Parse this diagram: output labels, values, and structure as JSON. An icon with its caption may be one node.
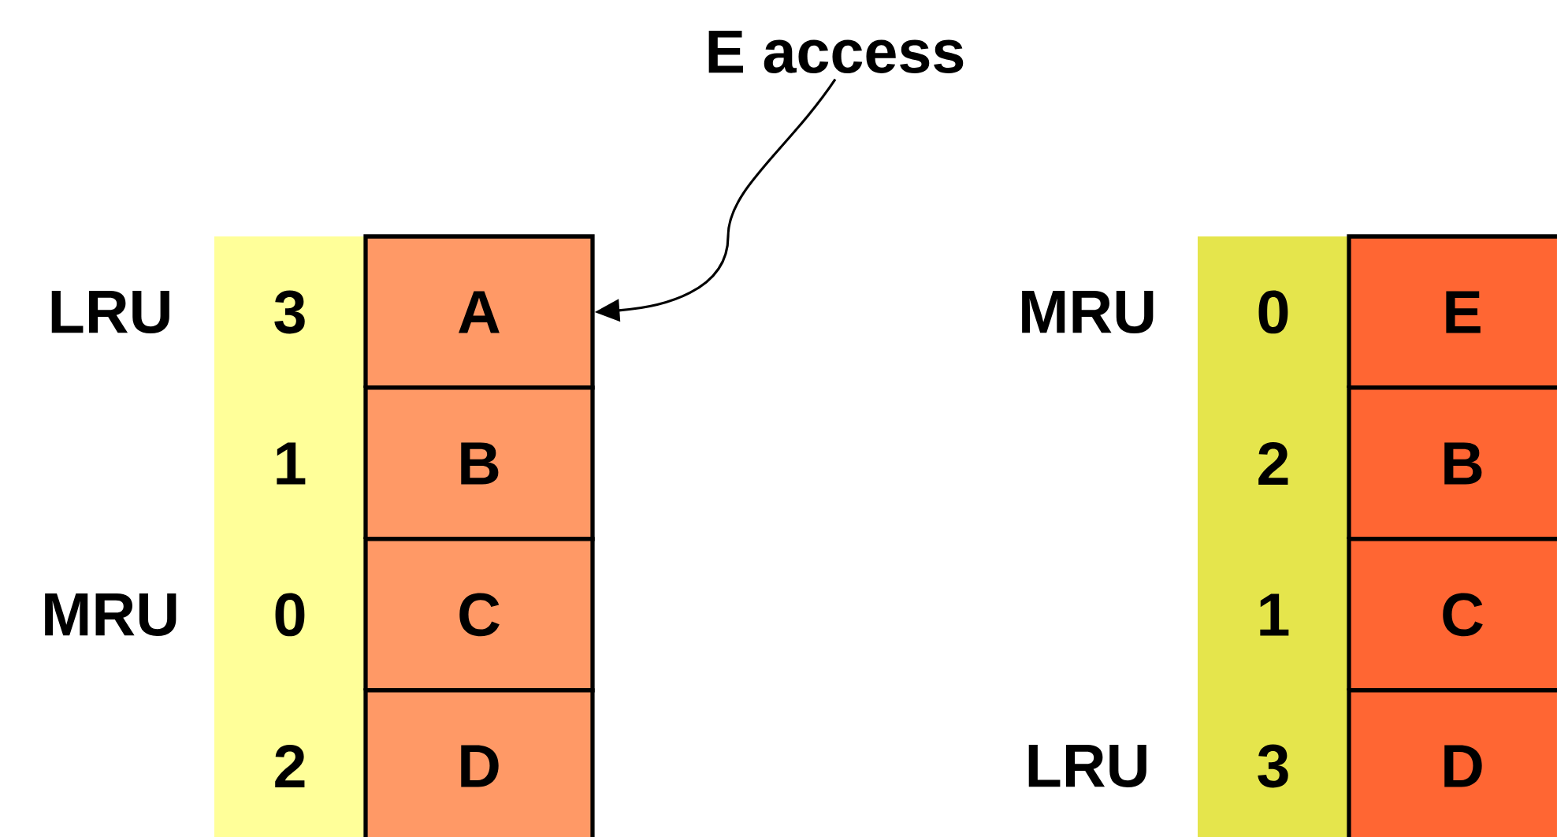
{
  "diagram": {
    "nodes": [
      {
        "text": [
          "E access"
        ]
      },
      {
        "text": [
          "3"
        ],
        "beside": [
          "LRU"
        ]
      },
      {
        "text": [
          "A"
        ]
      },
      {
        "text": [
          "1"
        ]
      },
      {
        "text": [
          "B"
        ]
      },
      {
        "text": [
          "0"
        ],
        "beside": [
          "MRU"
        ]
      },
      {
        "text": [
          "C"
        ]
      },
      {
        "text": [
          "2"
        ]
      },
      {
        "text": [
          "D"
        ]
      },
      {
        "text": [
          "0"
        ],
        "beside": [
          "MRU"
        ]
      },
      {
        "text": [
          "E"
        ]
      },
      {
        "text": [
          "2"
        ]
      },
      {
        "text": [
          "B"
        ]
      },
      {
        "text": [
          "1"
        ]
      },
      {
        "text": [
          "C"
        ]
      },
      {
        "text": [
          "3"
        ],
        "beside": [
          "LRU"
        ]
      },
      {
        "text": [
          "D"
        ]
      }
    ],
    "edges": [
      {
        "from": 0,
        "to": 2,
        "arrow": "to"
      }
    ]
  }
}
